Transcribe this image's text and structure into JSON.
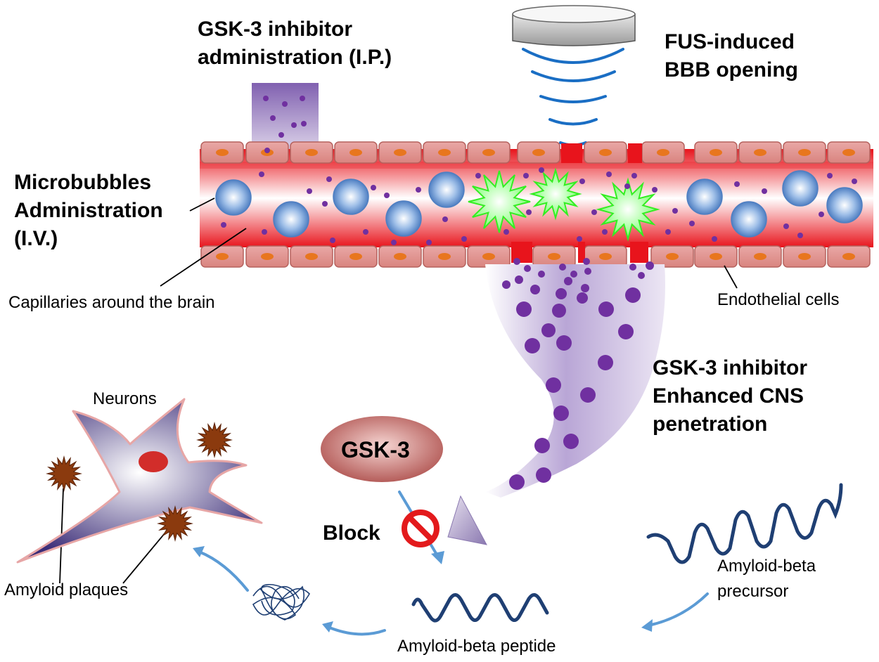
{
  "labels": {
    "gsk_admin_line1": "GSK-3 inhibitor",
    "gsk_admin_line2": "administration (I.P.)",
    "fus_line1": "FUS-induced",
    "fus_line2": "BBB opening",
    "microbubbles_line1": "Microbubbles",
    "microbubbles_line2": "Administration",
    "microbubbles_line3": "(I.V.)",
    "capillaries": "Capillaries around the brain",
    "endothelial": "Endothelial cells",
    "enhanced_line1": "GSK-3 inhibitor",
    "enhanced_line2": "Enhanced CNS",
    "enhanced_line3": "penetration",
    "neurons": "Neurons",
    "gsk3": "GSK-3",
    "block": "Block",
    "amyloid_plaques": "Amyloid plaques",
    "ab_precursor_line1": "Amyloid-beta",
    "ab_precursor_line2": "precursor",
    "ab_peptide": "Amyloid-beta peptide"
  },
  "icons": {
    "transducer": "ultrasound-transducer-icon",
    "block": "prohibition-icon",
    "plaque": "spiky-plaque-icon",
    "aggregate": "tangled-aggregate-icon"
  },
  "colors": {
    "vessel_red": "#e8141c",
    "endothelial_cell": "#d98b8b",
    "cell_nucleus": "#e8761e",
    "inhibitor_purple": "#7030a0",
    "microbubble_blue": "#5b8fd1",
    "burst_green": "#33ee22",
    "sound_wave": "#1a6ec4",
    "peptide_navy": "#1f3f73",
    "arrow_blue": "#5b9bd5",
    "plaque_brown": "#8b3a0e"
  }
}
